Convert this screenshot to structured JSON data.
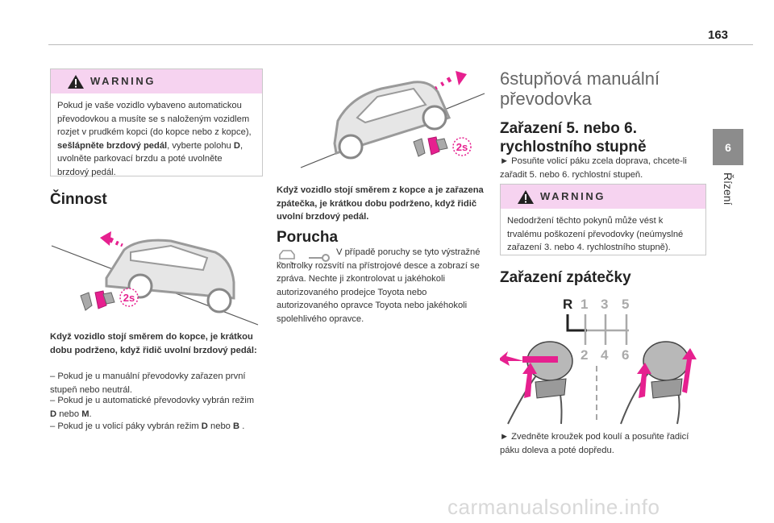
{
  "page": {
    "number": "163"
  },
  "side_tab": {
    "number": "6",
    "label": "Řízení"
  },
  "col1": {
    "warning": {
      "title": "WARNING",
      "body_a": "Pokud je vaše vozidlo vybaveno automatickou převodovkou a musíte se s naloženým vozidlem rozjet v prudkém kopci (do kopce nebo z kopce), ",
      "body_bold": "sešlápněte brzdový pedál",
      "body_b": ", vyberte polohu ",
      "body_d": "D",
      "body_c": ", uvolněte parkovací brzdu a poté uvolněte brzdový pedál."
    },
    "heading": "Činnost",
    "figure_badge": "2s",
    "caption": "Když vozidlo stojí směrem do kopce, je krátkou dobu podrženo, když řidič uvolní brzdový pedál:",
    "items": [
      {
        "text": "– Pokud je u manuální převodovky zařazen první stupeň nebo neutrál."
      },
      {
        "text": "– Pokud je u automatické převodovky vybrán režim ",
        "b1": "D",
        "mid": " nebo ",
        "b2": "M",
        "end": "."
      },
      {
        "text": "– Pokud je u volicí páky vybrán režim ",
        "b1": "D",
        "mid": " nebo ",
        "b2": "B",
        "end": " ."
      }
    ]
  },
  "col2": {
    "figure_badge": "2s",
    "caption": "Když vozidlo stojí směrem z kopce a je zařazena zpátečka, je krátkou dobu podrženo, když řidič uvolní brzdový pedál.",
    "heading": "Porucha",
    "text": "V případě poruchy se tyto výstražné kontrolky rozsvítí na přístrojové desce a zobrazí se zpráva. Nechte ji zkontrolovat u jakéhokoli autorizovaného prodejce Toyota nebo autorizovaného opravce Toyota nebo jakéhokoli spolehlivého opravce."
  },
  "col3": {
    "title": "6stupňová manuální převodovka",
    "heading1": "Zařazení 5. nebo 6. rychlostního stupně",
    "text1": "► Posuňte volicí páku zcela doprava, chcete-li zařadit 5. nebo 6. rychlostní stupeň.",
    "warning": {
      "title": "WARNING",
      "body": "Nedodržení těchto pokynů může vést k trvalému poškození převodovky (neúmyslné zařazení 3. nebo 4. rychlostního stupně)."
    },
    "heading2": "Zařazení zpátečky",
    "gear_labels": {
      "r": "R",
      "g1": "1",
      "g3": "3",
      "g5": "5",
      "g2": "2",
      "g4": "4",
      "g6": "6"
    },
    "text2": "► Zvedněte kroužek pod koulí a posuňte řadicí páku doleva a poté dopředu."
  },
  "watermark": "carmanualsonline.info",
  "colors": {
    "accent": "#e6208f",
    "warning_bg": "#f6d3f0",
    "tab": "#8c8c8c",
    "figure_gray": "#9a9a9a"
  }
}
